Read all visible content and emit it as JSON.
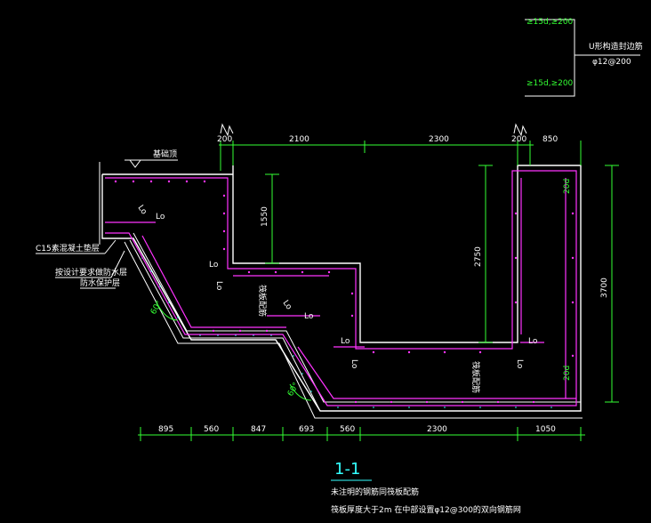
{
  "colors": {
    "background": "#000000",
    "outline": "#ffffff",
    "rebar": "#ff33ff",
    "dimension": "#33ff33",
    "title": "#33ffff",
    "concrete": "#33ffff"
  },
  "annotations": {
    "top_right_label_1": "U形构造封边筋",
    "top_right_label_2": "φ12@200",
    "ge15d_top": "≥15d,≥200",
    "ge15d_bottom": "≥15d,≥200",
    "ground_mark": "基础顶",
    "c15_pad": "C15素混凝土垫层",
    "waterproof": "按设计要求做防水层",
    "protect": "防水保护层",
    "raft_rebar_1": "筏板配筋",
    "raft_rebar_2": "筏板配筋",
    "lo_labels": [
      "Lo",
      "Lo",
      "Lo",
      "Lo",
      "Lo",
      "Lo",
      "Lo",
      "Lo",
      "Lo",
      "Lo"
    ],
    "d20_top": "20d",
    "d20_bottom": "20d",
    "angle_1": "60°",
    "angle_2": "60°"
  },
  "dimensions": {
    "top": [
      "200",
      "2100",
      "2300",
      "200",
      "850"
    ],
    "bottom": [
      "895",
      "560",
      "847",
      "693",
      "560",
      "2300",
      "1050"
    ],
    "v_1550": "1550",
    "v_2750": "2750",
    "v_3700": "3700"
  },
  "title": {
    "section": "1-1",
    "note_1": "未注明的钢筋同筏板配筋",
    "note_2": "筏板厚度大于2m 在中部设置φ12@300的双向钢筋网"
  }
}
